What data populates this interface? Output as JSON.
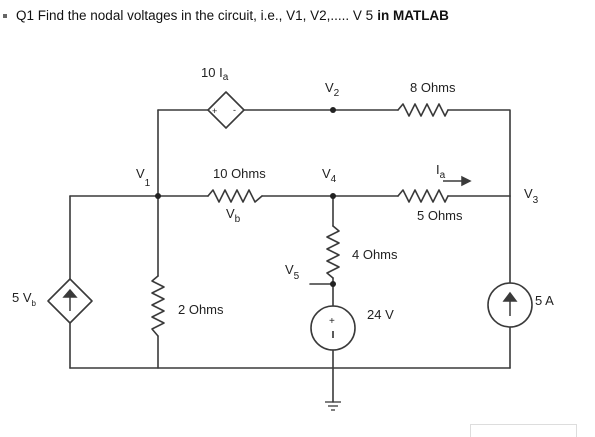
{
  "question": {
    "text": "Q1 Find the nodal voltages in the circuit, i.e., V1, V2,..... V 5",
    "emphasis": "in MATLAB"
  },
  "labels": {
    "node_v1": "V",
    "node_v1_sub": "1",
    "node_v2": "V",
    "node_v2_sub": "2",
    "node_v3": "V",
    "node_v3_sub": "3",
    "node_v4": "V",
    "node_v4_sub": "4",
    "node_v5": "V",
    "node_v5_sub": "5",
    "dep_vsource": "10 I",
    "dep_vsource_sub": "a",
    "r_top_right": "8 Ohms",
    "r_mid_left": "10 Ohms",
    "vb": "V",
    "vb_sub": "b",
    "ia": "I",
    "ia_sub": "a",
    "r_mid_right": "5 Ohms",
    "r_vertical": "4 Ohms",
    "v_source": "24 V",
    "r_left": "2 Ohms",
    "dep_isource": "5 V",
    "dep_isource_sub": "b",
    "i_source": "5 A"
  },
  "colors": {
    "wire": "#3a3a3a",
    "text": "#222222"
  }
}
